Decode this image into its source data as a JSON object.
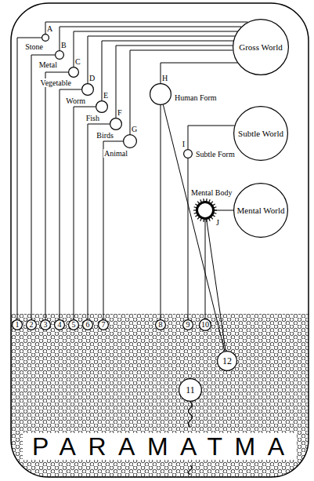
{
  "diagram": {
    "nodes": [
      {
        "text": [
          "Gross World"
        ]
      },
      {
        "text": [
          "Subtle World"
        ]
      },
      {
        "text": [
          "Mental World"
        ]
      },
      {
        "text": [
          "A",
          "Stone"
        ]
      },
      {
        "text": [
          "B",
          "Metal"
        ]
      },
      {
        "text": [
          "C",
          "Vegetable"
        ]
      },
      {
        "text": [
          "D",
          "Worm"
        ]
      },
      {
        "text": [
          "E",
          "Fish"
        ]
      },
      {
        "text": [
          "F",
          "Birds"
        ]
      },
      {
        "text": [
          "G",
          "Animal"
        ]
      },
      {
        "text": [
          "H",
          "Human Form"
        ]
      },
      {
        "text": [
          "I",
          "Subtle Form"
        ]
      },
      {
        "text": [
          "J",
          "Mental Body"
        ]
      },
      {
        "text": [
          "PARAMATMA"
        ]
      },
      {
        "text": [
          "1"
        ],
        "in": 13
      },
      {
        "text": [
          "2"
        ],
        "in": 13
      },
      {
        "text": [
          "3"
        ],
        "in": 13
      },
      {
        "text": [
          "4"
        ],
        "in": 13
      },
      {
        "text": [
          "5"
        ],
        "in": 13
      },
      {
        "text": [
          "6"
        ],
        "in": 13
      },
      {
        "text": [
          "7"
        ],
        "in": 13
      },
      {
        "text": [
          "8"
        ],
        "in": 13
      },
      {
        "text": [
          "9"
        ],
        "in": 13
      },
      {
        "text": [
          "10"
        ],
        "in": 13
      },
      {
        "text": [
          "11"
        ],
        "in": 13
      },
      {
        "text": [
          "12"
        ],
        "in": 13
      }
    ],
    "edges": [
      {
        "from": 3,
        "to": 0,
        "arrow": "none"
      },
      {
        "from": 4,
        "to": 0,
        "arrow": "none"
      },
      {
        "from": 5,
        "to": 0,
        "arrow": "none"
      },
      {
        "from": 6,
        "to": 0,
        "arrow": "none"
      },
      {
        "from": 7,
        "to": 0,
        "arrow": "none"
      },
      {
        "from": 8,
        "to": 0,
        "arrow": "none"
      },
      {
        "from": 9,
        "to": 0,
        "arrow": "none"
      },
      {
        "from": 10,
        "to": 0,
        "arrow": "none"
      },
      {
        "from": 11,
        "to": 1,
        "arrow": "none"
      },
      {
        "from": 12,
        "to": 2,
        "arrow": "none"
      },
      {
        "from": 14,
        "to": 3,
        "arrow": "none"
      },
      {
        "from": 15,
        "to": 4,
        "arrow": "none"
      },
      {
        "from": 16,
        "to": 5,
        "arrow": "none"
      },
      {
        "from": 17,
        "to": 6,
        "arrow": "none"
      },
      {
        "from": 18,
        "to": 7,
        "arrow": "none"
      },
      {
        "from": 19,
        "to": 8,
        "arrow": "none"
      },
      {
        "from": 20,
        "to": 9,
        "arrow": "none"
      },
      {
        "from": 21,
        "to": 10,
        "arrow": "none"
      },
      {
        "from": 22,
        "to": 11,
        "arrow": "none"
      },
      {
        "from": 23,
        "to": 12,
        "arrow": "none"
      },
      {
        "from": 10,
        "to": 25,
        "arrow": "none"
      },
      {
        "from": 12,
        "to": 25,
        "arrow": "none"
      }
    ]
  }
}
